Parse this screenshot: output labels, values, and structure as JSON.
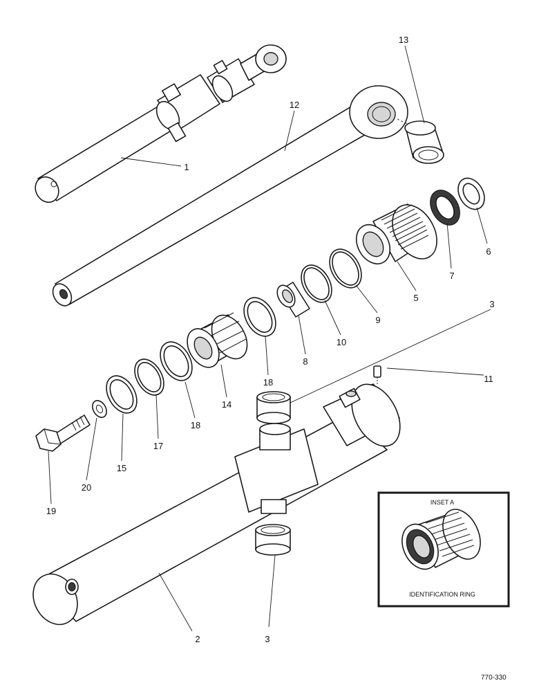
{
  "callouts": {
    "c1": "1",
    "c2": "2",
    "c3_top": "3",
    "c3_bottom": "3",
    "c5": "5",
    "c6": "6",
    "c7": "7",
    "c8": "8",
    "c9": "9",
    "c10": "10",
    "c11": "11",
    "c12": "12",
    "c13": "13",
    "c14": "14",
    "c15": "15",
    "c17": "17",
    "c18a": "18",
    "c18b": "18",
    "c19": "19",
    "c20": "20"
  },
  "inset": {
    "title": "INSET A",
    "caption": "IDENTIFICATION RING"
  },
  "drawing_number": "770-330"
}
